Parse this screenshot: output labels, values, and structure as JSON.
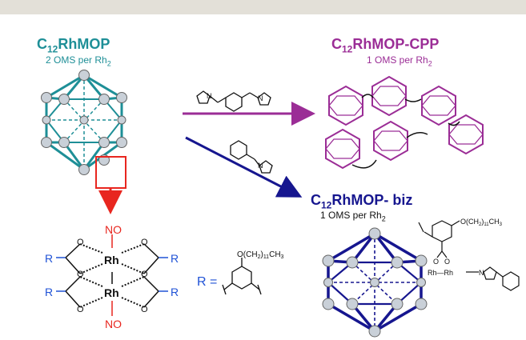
{
  "left": {
    "title_main": "C",
    "title_sub": "12",
    "title_rest": "RhMOP",
    "oms_text": "2 OMS per Rh",
    "oms_sub": "2"
  },
  "right_top": {
    "title_main": "C",
    "title_sub": "12",
    "title_rest": "RhMOP-CPP",
    "oms_text": "1 OMS per Rh",
    "oms_sub": "2"
  },
  "right_bottom": {
    "title_main": "C",
    "title_sub": "12",
    "title_rest": "RhMOP- biz",
    "oms_text": "1 OMS per Rh",
    "oms_sub": "2"
  },
  "paddlewheel": {
    "no_top": "NO",
    "no_bottom": "NO",
    "rh_top": "Rh",
    "rh_bottom": "Rh",
    "r_label": "R",
    "o_label": "O"
  },
  "r_group": {
    "r_eq": "R =",
    "chain": "O(CH",
    "chain_sub2": "2",
    "chain_mid": ")",
    "chain_sub11": "11",
    "chain_end": "CH",
    "chain_sub3": "3"
  },
  "biz_detail": {
    "chain": "O(CH",
    "chain_sub2": "2",
    "chain_mid": ")",
    "chain_sub11": "11",
    "chain_end": "CH",
    "chain_sub3": "3",
    "rh_rh": "Rh—Rh",
    "n_label": "N",
    "o_label": "O"
  },
  "reagents": {
    "n_label": "N"
  },
  "colors": {
    "teal": "#1e8f97",
    "purple": "#9b2d96",
    "navy": "#16168f",
    "red": "#e8261f",
    "blue_r": "#1f52d6",
    "node_fill": "#c9d0d8"
  }
}
